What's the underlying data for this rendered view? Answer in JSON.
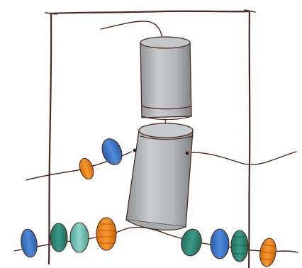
{
  "colors": {
    "background": "#ffffff",
    "ink": "#4a2a1e",
    "cylinder_light": "#d3d6d8",
    "cylinder_mid": "#b4b8bb",
    "cylinder_dark": "#8a8e91",
    "bead_blue": "#3f78c9",
    "bead_orange": "#ef8a1c",
    "bead_teal": "#2f8a78",
    "bead_mint": "#6fbfb3"
  },
  "figure": {
    "elements": [
      {
        "name": "frame-box",
        "kind": "hand-drawn rectangle"
      },
      {
        "name": "top-strand",
        "kind": "thread"
      },
      {
        "name": "upper-cylinder",
        "kind": "grey cylinder"
      },
      {
        "name": "lower-cylinder",
        "kind": "grey cylinder"
      },
      {
        "name": "middle-strand",
        "kind": "thread"
      },
      {
        "name": "bottom-strand",
        "kind": "thread"
      }
    ],
    "beads": [
      {
        "name": "bead-orange-middle",
        "color": "orange"
      },
      {
        "name": "bead-blue-middle",
        "color": "blue"
      },
      {
        "name": "bead-blue-bottom-left",
        "color": "blue"
      },
      {
        "name": "bead-teal-bottom-left",
        "color": "teal"
      },
      {
        "name": "bead-mint-bottom-left",
        "color": "mint"
      },
      {
        "name": "bead-orange-bottom-left",
        "color": "orange"
      },
      {
        "name": "bead-teal-bottom-right",
        "color": "teal"
      },
      {
        "name": "bead-blue-bottom-right",
        "color": "blue"
      },
      {
        "name": "bead-teal-bottom-right-2",
        "color": "teal"
      },
      {
        "name": "bead-orange-bottom-right",
        "color": "orange"
      }
    ]
  }
}
